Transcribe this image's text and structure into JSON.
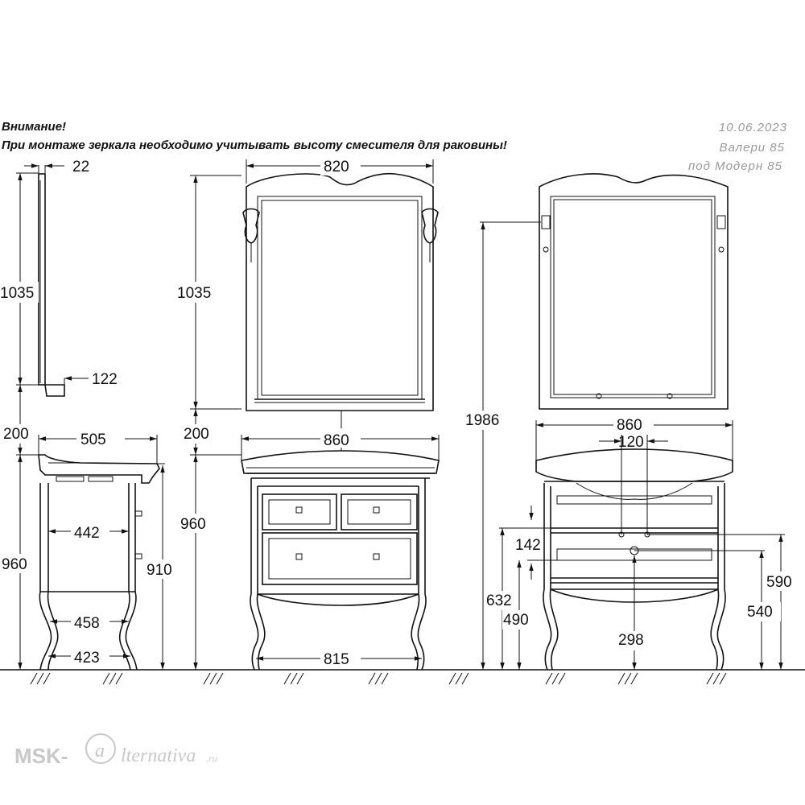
{
  "notes": {
    "warning_title": "Внимание!",
    "warning_text": "При монтаже зеркала необходимо учитывать высоту смесителя для раковины!"
  },
  "meta": {
    "date": "10.06.2023",
    "model": "Валери 85",
    "sub_model": "под Модерн 85"
  },
  "dimensions": {
    "mirror_depth": "22",
    "mirror_side_height": "1035",
    "shelf_depth": "122",
    "mirror_width": "820",
    "mirror_front_height": "1035",
    "gap_side": "200",
    "gap_front": "200",
    "cabinet_depth": "505",
    "cabinet_inner_depth": "442",
    "cabinet_side_height": "960",
    "cabinet_body_height": "910",
    "leg_span_upper": "458",
    "leg_span_lower": "423",
    "basin_width": "860",
    "cabinet_front_height": "960",
    "legs_width": "815",
    "total_height": "1986",
    "back_width": "860",
    "holes_spacing": "120",
    "hole_offset": "142",
    "height_632": "632",
    "height_490": "490",
    "height_590": "590",
    "height_540": "540",
    "center_298": "298"
  },
  "watermark": {
    "brand_left": "MSK-",
    "brand_right": "lternativa",
    "brand_tld": ".ru"
  }
}
